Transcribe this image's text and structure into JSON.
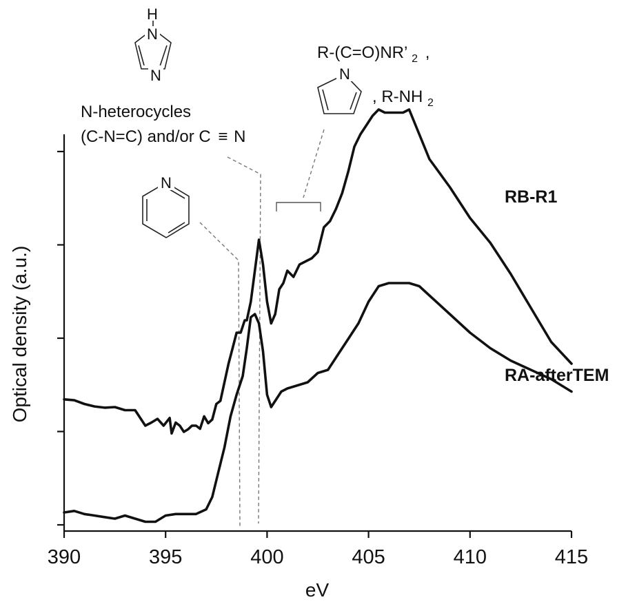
{
  "chart_data": {
    "type": "line",
    "title": "",
    "xlabel": "eV",
    "ylabel": "Optical density (a.u.)",
    "xlim": [
      390,
      415
    ],
    "x_ticks": [
      390,
      395,
      400,
      405,
      410,
      415
    ],
    "y_ticks_labeled": false,
    "y_tick_count": 5,
    "grid": false,
    "legend": "inline labels at right",
    "series": [
      {
        "name": "RB-R1",
        "x": [
          390.0,
          390.5,
          391.0,
          391.5,
          392.0,
          392.5,
          393.0,
          393.5,
          394.0,
          394.3,
          394.6,
          394.9,
          395.2,
          395.3,
          395.5,
          395.7,
          395.9,
          396.1,
          396.3,
          396.5,
          396.7,
          396.9,
          397.1,
          397.3,
          397.5,
          397.7,
          397.9,
          398.1,
          398.3,
          398.5,
          398.7,
          398.9,
          399.0,
          399.2,
          399.4,
          399.6,
          399.8,
          400.0,
          400.2,
          400.4,
          400.6,
          400.8,
          401.0,
          401.3,
          401.6,
          401.9,
          402.2,
          402.5,
          402.8,
          403.1,
          403.4,
          403.7,
          404.0,
          404.3,
          404.6,
          404.9,
          405.2,
          405.5,
          405.8,
          406.1,
          406.4,
          406.7,
          407.0,
          407.5,
          408.0,
          409.0,
          410.0,
          411.0,
          412.0,
          413.0,
          414.0,
          415.0
        ],
        "y": [
          0.285,
          0.282,
          0.27,
          0.262,
          0.258,
          0.26,
          0.25,
          0.25,
          0.2,
          0.21,
          0.222,
          0.2,
          0.225,
          0.175,
          0.21,
          0.2,
          0.18,
          0.188,
          0.2,
          0.2,
          0.19,
          0.23,
          0.208,
          0.22,
          0.27,
          0.28,
          0.34,
          0.4,
          0.45,
          0.5,
          0.5,
          0.54,
          0.54,
          0.6,
          0.7,
          0.8,
          0.72,
          0.6,
          0.53,
          0.56,
          0.64,
          0.66,
          0.7,
          0.68,
          0.72,
          0.73,
          0.74,
          0.76,
          0.84,
          0.86,
          0.9,
          0.95,
          1.02,
          1.1,
          1.14,
          1.17,
          1.2,
          1.22,
          1.21,
          1.21,
          1.21,
          1.21,
          1.22,
          1.14,
          1.06,
          0.97,
          0.87,
          0.79,
          0.69,
          0.58,
          0.47,
          0.4
        ]
      },
      {
        "name": "RA-afterTEM",
        "x": [
          390.0,
          390.5,
          391.0,
          391.5,
          392.0,
          392.5,
          393.0,
          393.5,
          394.0,
          394.5,
          395.0,
          395.5,
          396.0,
          396.5,
          397.0,
          397.3,
          397.6,
          397.9,
          398.2,
          398.5,
          398.8,
          399.0,
          399.2,
          399.4,
          399.6,
          399.8,
          400.0,
          400.2,
          400.4,
          400.7,
          401.0,
          401.5,
          402.0,
          402.5,
          403.0,
          403.5,
          404.0,
          404.5,
          405.0,
          405.5,
          406.0,
          406.5,
          407.0,
          407.5,
          408.0,
          409.0,
          410.0,
          411.0,
          412.0,
          413.0,
          414.0,
          415.0
        ],
        "y": [
          -0.08,
          -0.075,
          -0.085,
          -0.09,
          -0.095,
          -0.1,
          -0.09,
          -0.1,
          -0.11,
          -0.11,
          -0.09,
          -0.085,
          -0.085,
          -0.085,
          -0.07,
          -0.03,
          0.05,
          0.13,
          0.23,
          0.3,
          0.36,
          0.45,
          0.55,
          0.56,
          0.53,
          0.44,
          0.3,
          0.26,
          0.28,
          0.31,
          0.32,
          0.33,
          0.34,
          0.37,
          0.38,
          0.43,
          0.48,
          0.53,
          0.6,
          0.65,
          0.66,
          0.66,
          0.66,
          0.65,
          0.62,
          0.56,
          0.5,
          0.45,
          0.41,
          0.38,
          0.35,
          0.31
        ]
      }
    ],
    "annotations": {
      "imidazole_H": "H",
      "imidazole_N1": "N",
      "imidazole_N2": "N",
      "heterocycle_line1": "N-heterocycles",
      "heterocycle_line2": "(C-N=C) and/or C",
      "triple_bond": "≡",
      "nitrile_N": "N",
      "pyridine_N": "N",
      "amide": "R-(C=O)NR’",
      "amide_sub": "2",
      "amide_comma": ",",
      "pyrrole_N": "N",
      "amine": ", R-NH",
      "amine_sub": "2"
    },
    "marker_lines_x": [
      398.7,
      399.6
    ]
  }
}
